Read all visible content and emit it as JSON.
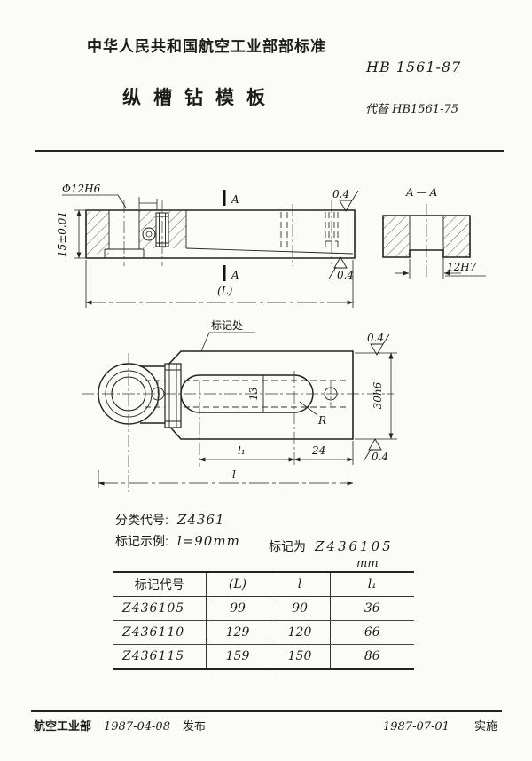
{
  "header": {
    "org_line": "中华人民共和国航空工业部部标准",
    "doc_number": "HB 1561-87",
    "title": "纵槽钻模板",
    "replaces": "代替 HB1561-75"
  },
  "drawing": {
    "dia_label": "Φ12H6",
    "height_label": "15±0.01",
    "section_letter": "A",
    "roughness_value": "0.4",
    "overall_length_label": "(L)",
    "section_title": "A—A",
    "groove_width_label": "12H7",
    "marking_note": "标记处",
    "slot_width_label": "13",
    "radius_label": "R",
    "l1_label": "l₁",
    "end_offset_label": "24",
    "length_label": "l",
    "plate_width_label": "30h6"
  },
  "classification": {
    "class_label": "分类代号:",
    "class_code": "Z4361",
    "example_label": "标记示例:",
    "example_value": "l=90mm",
    "marking_label": "标记为",
    "marking_value": "Z436105"
  },
  "table": {
    "unit": "mm",
    "headers": {
      "code": "标记代号",
      "L": "(L)",
      "l": "l",
      "l1": "l₁"
    },
    "rows": [
      {
        "code": "Z436105",
        "L": "99",
        "l": "90",
        "l1": "36"
      },
      {
        "code": "Z436110",
        "L": "129",
        "l": "120",
        "l1": "66"
      },
      {
        "code": "Z436115",
        "L": "159",
        "l": "150",
        "l1": "86"
      }
    ]
  },
  "footer": {
    "issuer": "航空工业部",
    "issue_date": "1987-04-08",
    "issue_word": "发布",
    "impl_date": "1987-07-01",
    "impl_word": "实施"
  }
}
